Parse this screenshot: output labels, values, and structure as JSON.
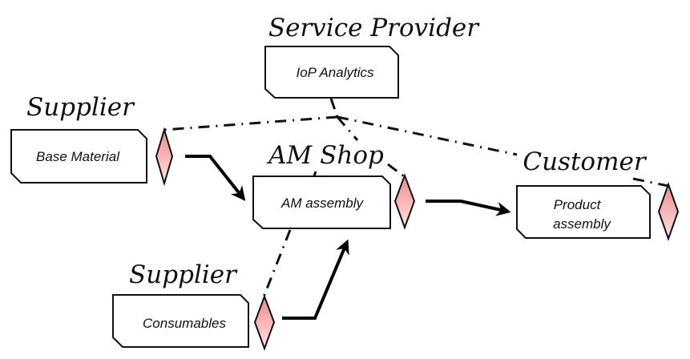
{
  "diagram": {
    "colors": {
      "diamond_fill_light": "#fde3e3",
      "diamond_fill_dark": "#f08a8a",
      "stroke": "#111111",
      "background": "#ffffff"
    },
    "nodes": [
      {
        "id": "service-provider",
        "role": "Service Provider",
        "process": "IoP Analytics",
        "has_interface": false
      },
      {
        "id": "supplier-base",
        "role": "Supplier",
        "process": "Base Material",
        "has_interface": true
      },
      {
        "id": "am-shop",
        "role": "AM Shop",
        "process": "AM assembly",
        "has_interface": true
      },
      {
        "id": "customer",
        "role": "Customer",
        "process_lines": [
          "Product",
          "assembly"
        ],
        "has_interface": true
      },
      {
        "id": "supplier-consumables",
        "role": "Supplier",
        "process": "Consumables",
        "has_interface": true
      }
    ],
    "material_flows": [
      {
        "from": "Base Material",
        "to": "AM assembly",
        "style": "solid-arrow"
      },
      {
        "from": "Consumables",
        "to": "AM assembly",
        "style": "solid-arrow"
      },
      {
        "from": "AM assembly",
        "to": "Product assembly",
        "style": "solid-arrow"
      }
    ],
    "information_flows": [
      {
        "from": "IoP Analytics",
        "to": "Base Material",
        "style": "dash-dot"
      },
      {
        "from": "IoP Analytics",
        "to": "AM assembly",
        "style": "dash-dot"
      },
      {
        "from": "IoP Analytics",
        "to": "Product assembly",
        "style": "dash-dot"
      },
      {
        "from": "AM assembly",
        "to": "Consumables",
        "style": "dash-dot"
      }
    ]
  }
}
